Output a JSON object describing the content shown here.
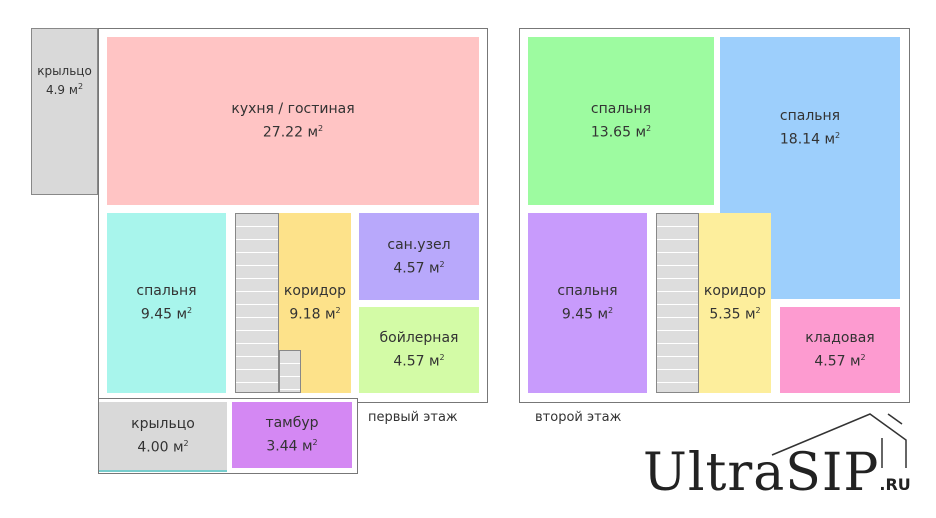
{
  "unit": "м",
  "floor1": {
    "label": "первый этаж",
    "rooms": [
      {
        "name": "крыльцо",
        "area": "4.9",
        "color": "#d9d9d9"
      },
      {
        "name": "кухня / гостиная",
        "area": "27.22",
        "color": "#ffc4c4"
      },
      {
        "name": "спальня",
        "area": "9.45",
        "color": "#a8f5ec"
      },
      {
        "name": "коридор",
        "area": "9.18",
        "color": "#fde28a"
      },
      {
        "name": "сан.узел",
        "area": "4.57",
        "color": "#b8a8fb"
      },
      {
        "name": "бойлерная",
        "area": "4.57",
        "color": "#d3fba6"
      },
      {
        "name": "крыльцо",
        "area": "4.00",
        "color": "#d9d9d9"
      },
      {
        "name": "тамбур",
        "area": "3.44",
        "color": "#d488f3"
      }
    ]
  },
  "floor2": {
    "label": "второй этаж",
    "rooms": [
      {
        "name": "спальня",
        "area": "13.65",
        "color": "#9dfba0"
      },
      {
        "name": "спальня",
        "area": "18.14",
        "color": "#9dcffc"
      },
      {
        "name": "спальня",
        "area": "9.45",
        "color": "#c89bfc"
      },
      {
        "name": "коридор",
        "area": "5.35",
        "color": "#fdee9c"
      },
      {
        "name": "кладовая",
        "area": "4.57",
        "color": "#fd9bd0"
      }
    ]
  },
  "logo": {
    "main": "UltraSIP",
    "suffix": ".RU"
  }
}
